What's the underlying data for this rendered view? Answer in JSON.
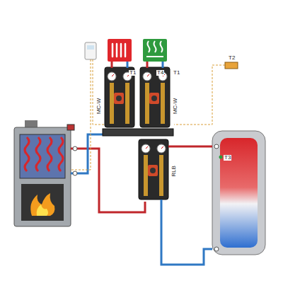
{
  "diagram": {
    "nodes": [
      {
        "text": [
          "MC-W"
        ]
      },
      {
        "text": [
          "MC-W"
        ]
      },
      {
        "text": [
          "RLB"
        ]
      },
      {
        "text": [
          "T3"
        ]
      }
    ],
    "edges": [
      {
        "from": 2,
        "to": 3,
        "arrow": "none"
      },
      {
        "from": 3,
        "to": 2,
        "arrow": "none"
      }
    ],
    "labels": [
      "T1",
      "T4",
      "T1",
      "T2"
    ]
  }
}
